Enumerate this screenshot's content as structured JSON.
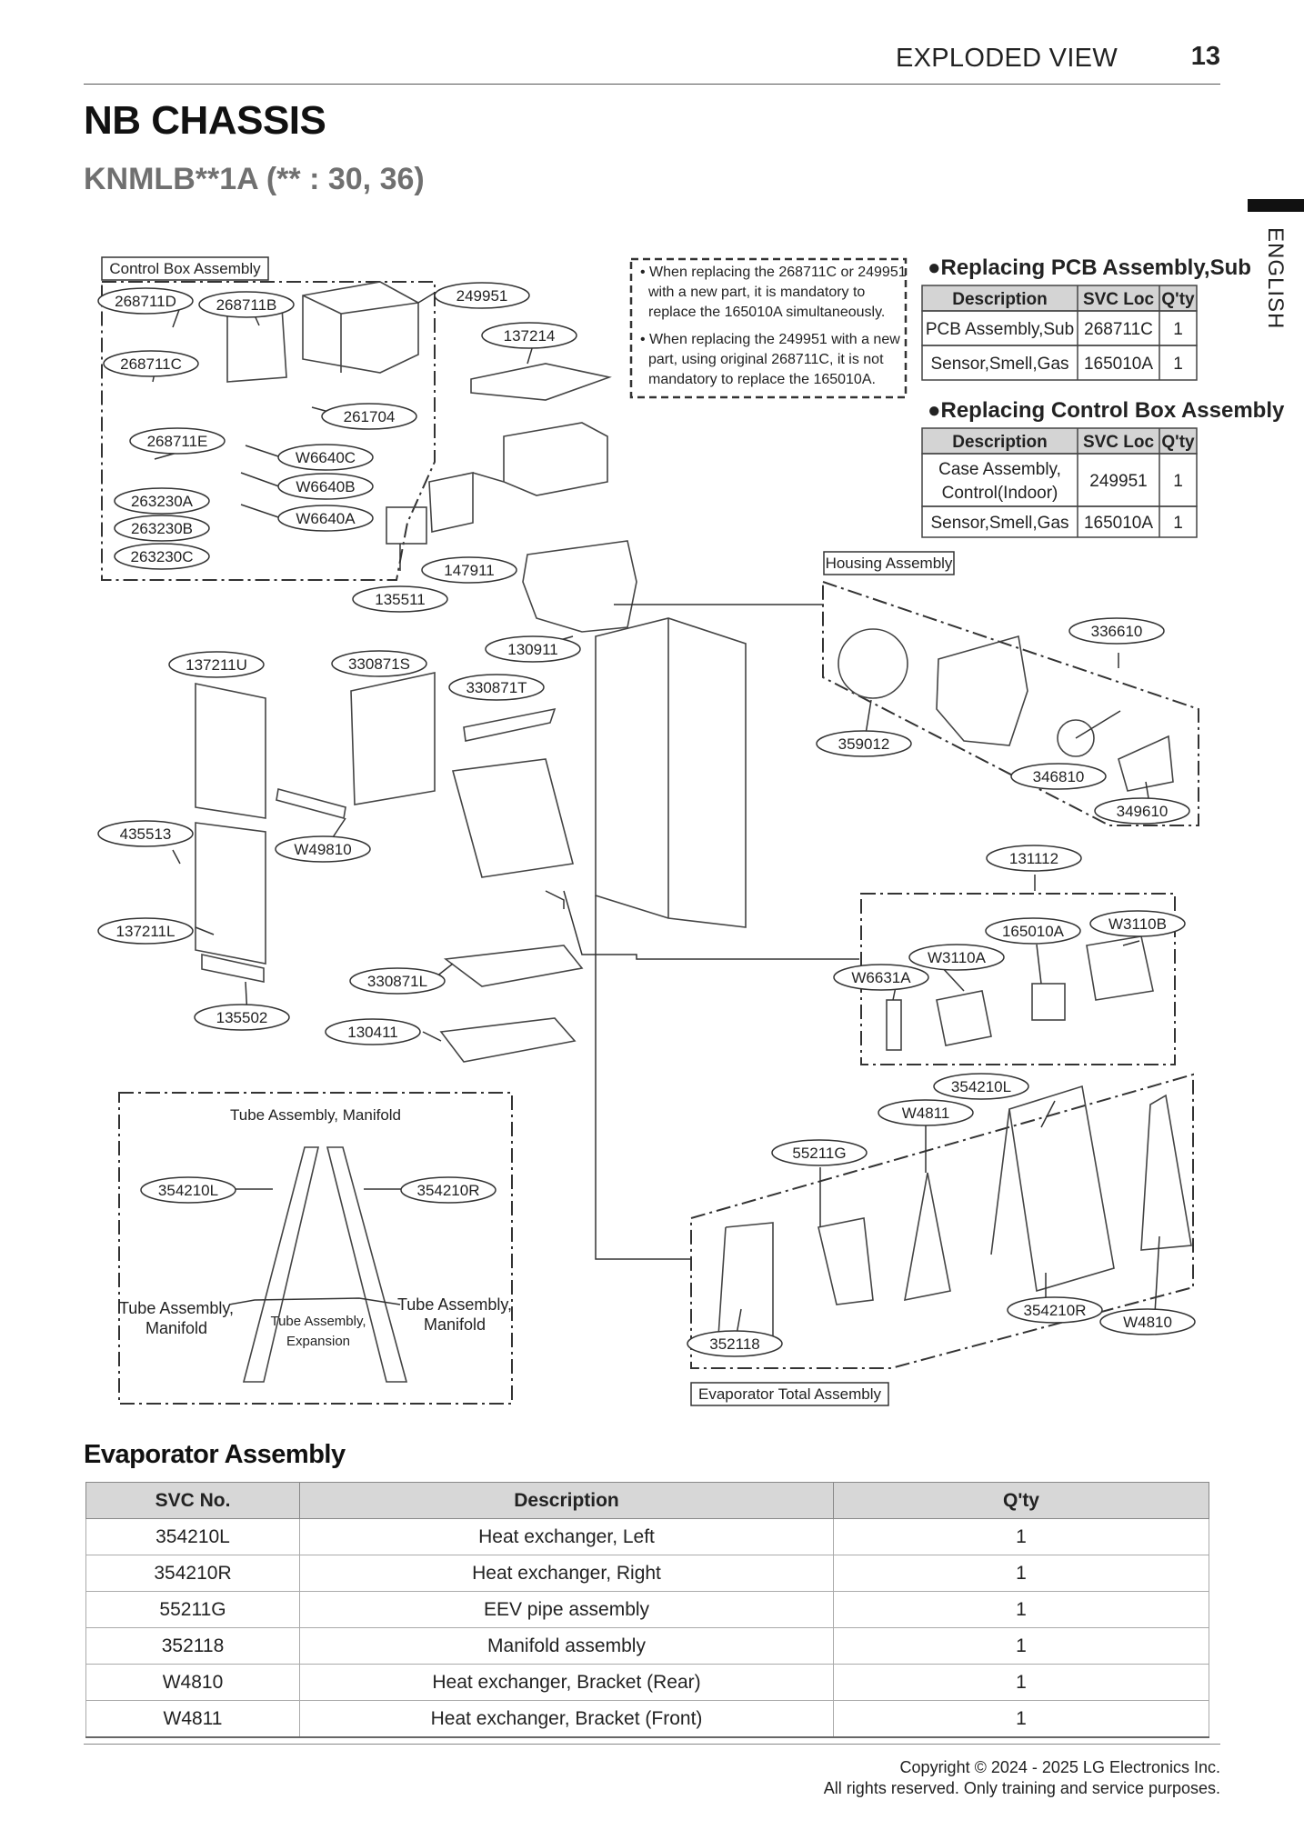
{
  "header": {
    "section": "EXPLODED VIEW",
    "page": "13",
    "language": "ENGLISH"
  },
  "title": "NB CHASSIS",
  "model": "KNMLB**1A (** : 30, 36)",
  "notes": [
    "• When replacing the 268711C or 249951",
    "with a new part, it is mandatory to",
    "replace the 165010A simultaneously.",
    "• When replacing the 249951 with a new",
    "part, using original 268711C, it is not",
    "mandatory to replace the 165010A."
  ],
  "pcb_table": {
    "title": "●Replacing PCB Assembly,Sub",
    "headers": [
      "Description",
      "SVC Loc",
      "Q'ty"
    ],
    "rows": [
      [
        "PCB Assembly,Sub",
        "268711C",
        "1"
      ],
      [
        "Sensor,Smell,Gas",
        "165010A",
        "1"
      ]
    ]
  },
  "cbox_table": {
    "title": "●Replacing Control Box Assembly",
    "headers": [
      "Description",
      "SVC Loc",
      "Q'ty"
    ],
    "rows": [
      [
        "Case Assembly,|Control(Indoor)",
        "249951",
        "1"
      ],
      [
        "Sensor,Smell,Gas",
        "165010A",
        "1"
      ]
    ]
  },
  "groups": [
    "Control Box Assembly",
    "Housing Assembly",
    "Evaporator Total Assembly",
    "Tube Assembly, Manifold",
    "Tube Assembly,|Manifold",
    "Tube Assembly,|Manifold",
    "Tube Assembly,|Expansion"
  ],
  "parts": [
    "268711D",
    "268711B",
    "268711C",
    "268711E",
    "263230A",
    "263230B",
    "263230C",
    "249951",
    "137214",
    "261704",
    "W6640C",
    "W6640B",
    "W6640A",
    "147911",
    "135511",
    "130911",
    "137211U",
    "330871S",
    "330871T",
    "336610",
    "359012",
    "346810",
    "349610",
    "435513",
    "W49810",
    "131112",
    "137211L",
    "165010A",
    "W3110B",
    "W3110A",
    "W6631A",
    "330871L",
    "135502",
    "130411",
    "354210L",
    "W4811",
    "55211G",
    "354210L",
    "354210R",
    "354210R",
    "W4810",
    "352118"
  ],
  "evaporator_assembly": {
    "title": "Evaporator Assembly",
    "headers": [
      "SVC No.",
      "Description",
      "Q'ty"
    ],
    "rows": [
      [
        "354210L",
        "Heat exchanger, Left",
        "1"
      ],
      [
        "354210R",
        "Heat exchanger, Right",
        "1"
      ],
      [
        "55211G",
        "EEV pipe assembly",
        "1"
      ],
      [
        "352118",
        "Manifold assembly",
        "1"
      ],
      [
        "W4810",
        "Heat exchanger, Bracket (Rear)",
        "1"
      ],
      [
        "W4811",
        "Heat exchanger, Bracket (Front)",
        "1"
      ]
    ]
  },
  "footer": [
    "Copyright © 2024 - 2025 LG Electronics Inc.",
    "All rights reserved. Only training and service purposes."
  ]
}
